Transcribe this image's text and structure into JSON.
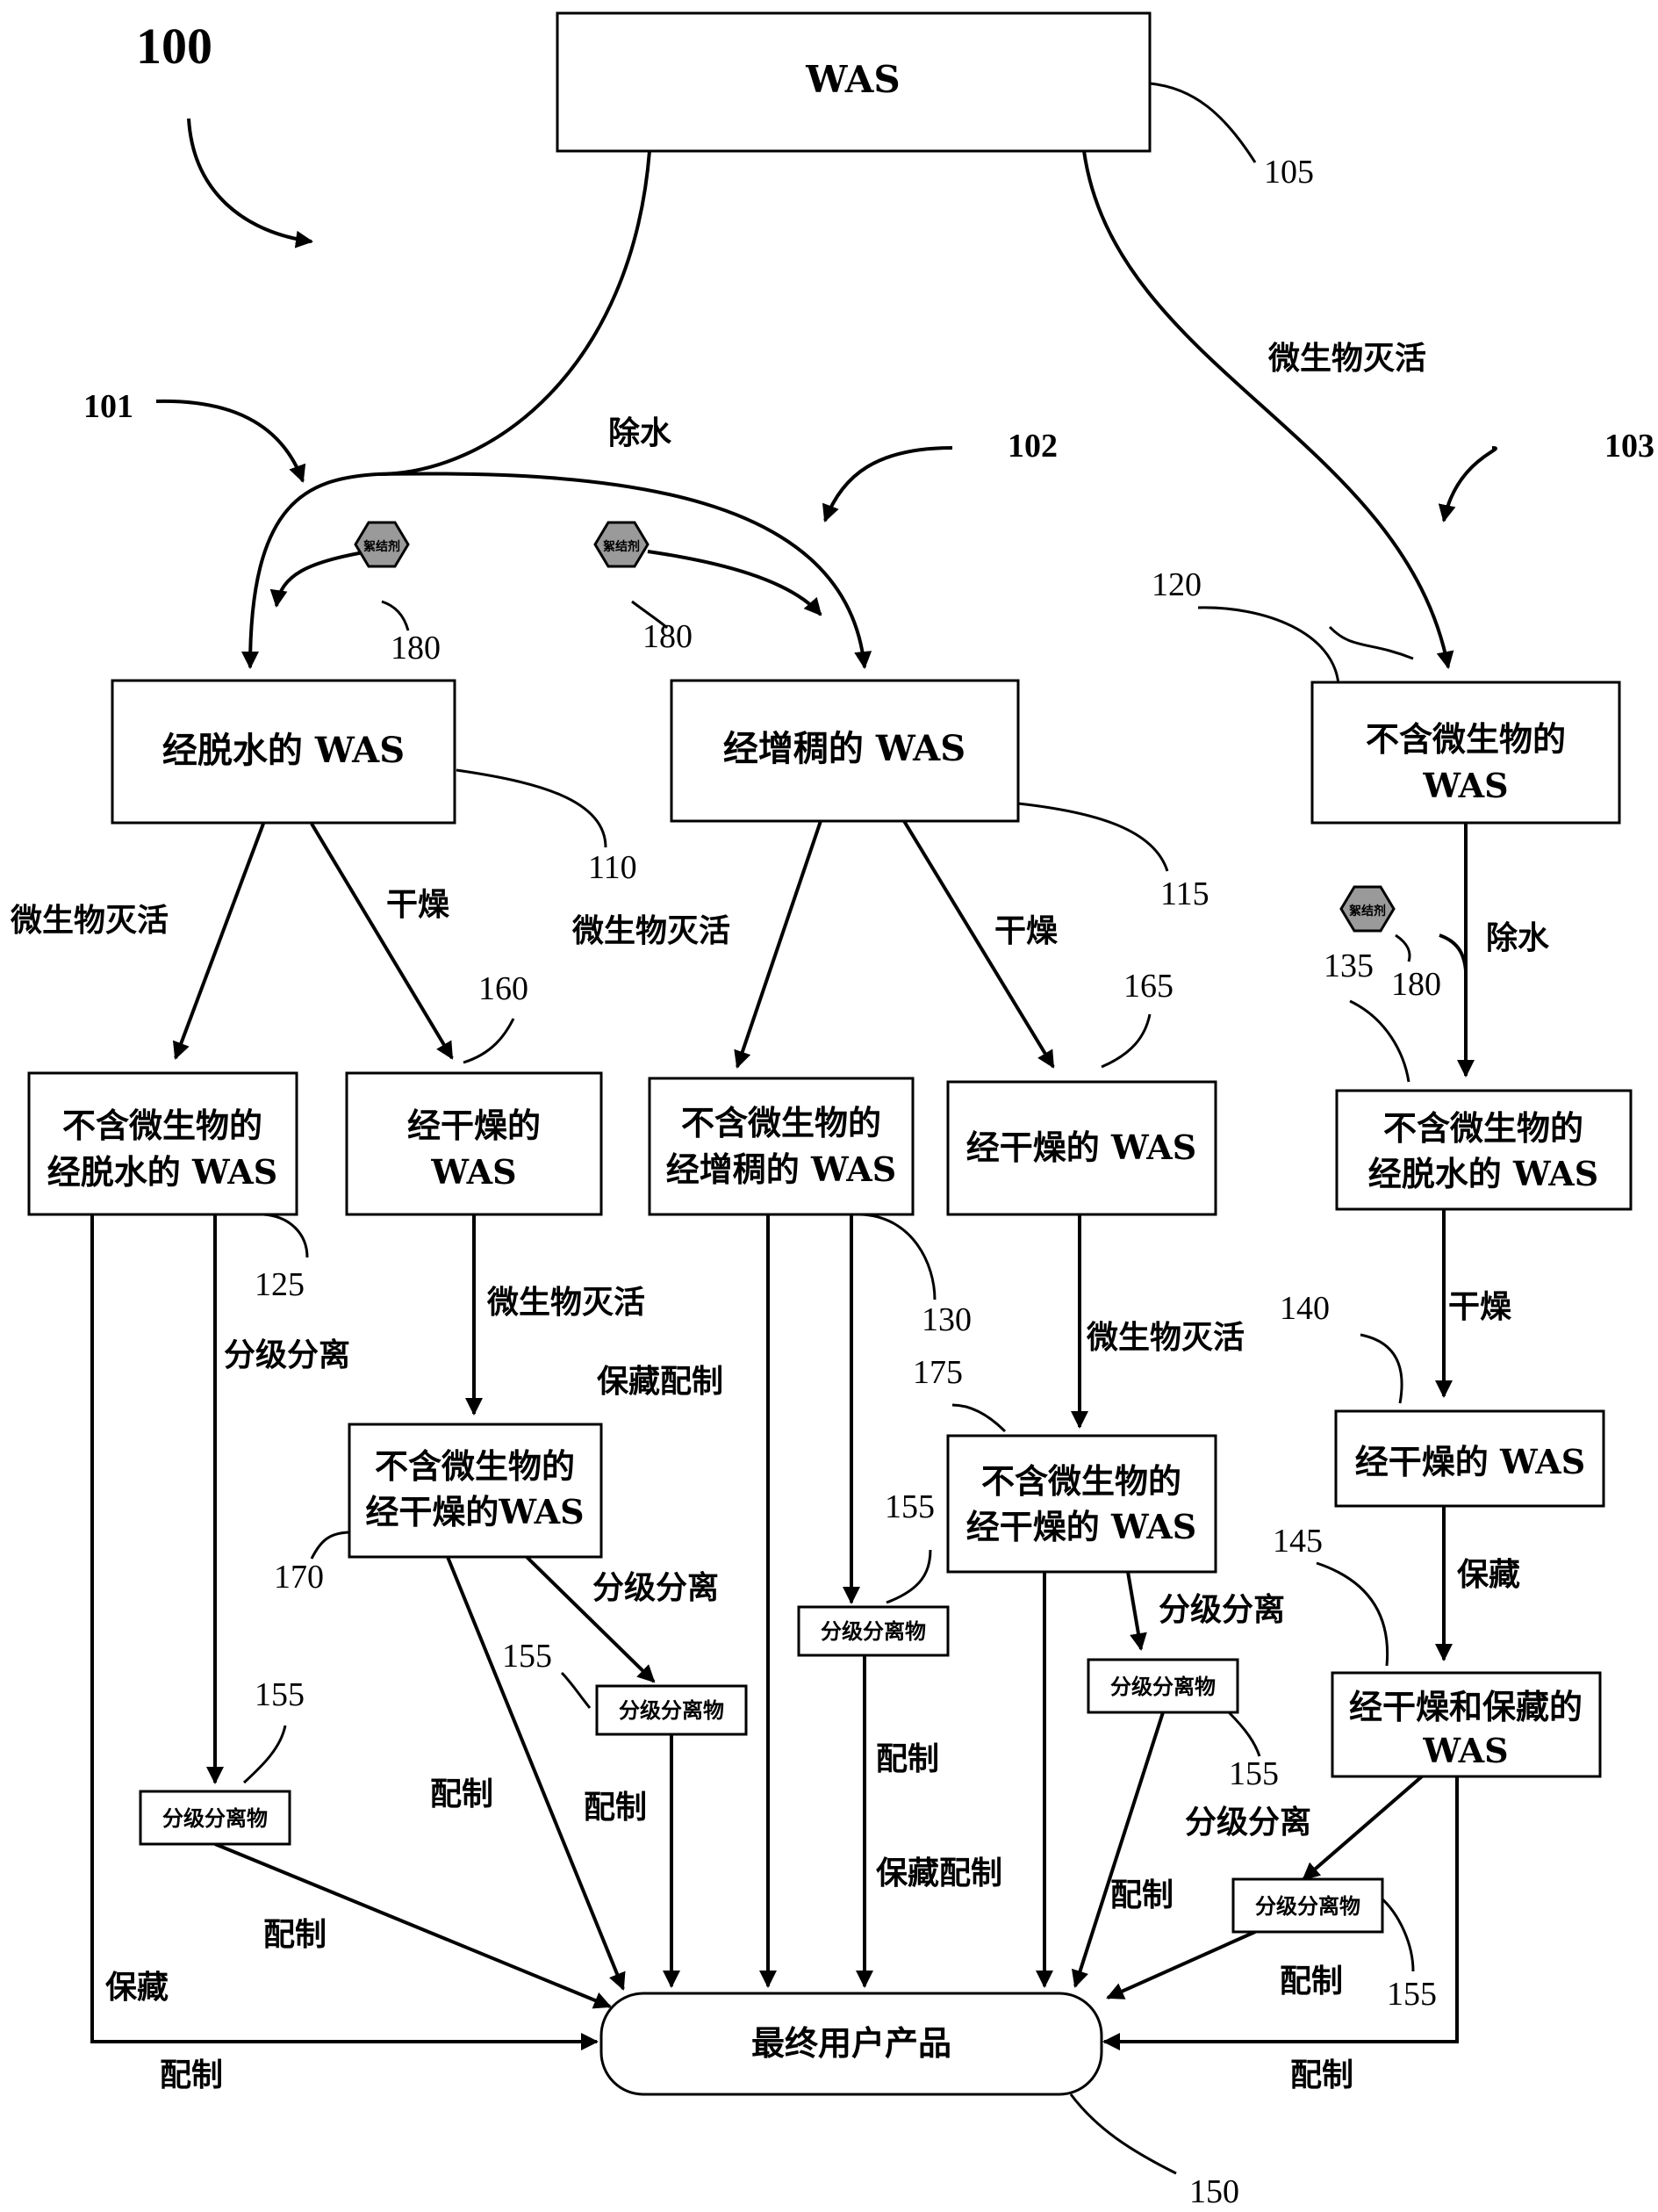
{
  "figure_number": "100",
  "nodes": {
    "was": "WAS",
    "dewatered": "经脱水的 WAS",
    "thickened": "经增稠的 WAS",
    "sterile_was": [
      "不含微生物的",
      "WAS"
    ],
    "sterile_dewatered_left": [
      "不含微生物的",
      "经脱水的 WAS"
    ],
    "dried_160": [
      "经干燥的",
      "WAS"
    ],
    "sterile_thickened": [
      "不含微生物的",
      "经增稠的 WAS"
    ],
    "dried_165": "经干燥的 WAS",
    "sterile_dewatered_right": [
      "不含微生物的",
      "经脱水的 WAS"
    ],
    "sterile_dried_170": [
      "不含微生物的",
      "经干燥的WAS"
    ],
    "sterile_dried_175": [
      "不含微生物的",
      "经干燥的 WAS"
    ],
    "dried_right": "经干燥的 WAS",
    "dried_preserved": [
      "经干燥和保藏的",
      "WAS"
    ],
    "fraction": "分级分离物",
    "end_product": "最终用户产品",
    "agent_icon": "絮结剂"
  },
  "edge_labels": {
    "dewater": "除水",
    "sterilize": "微生物灭活",
    "dry": "干燥",
    "fractionate": "分级分离",
    "formulate": "配制",
    "preserve": "保藏",
    "preserve_formulate": "保藏配制"
  },
  "ref_numbers": {
    "r101": "101",
    "r102": "102",
    "r103": "103",
    "r105": "105",
    "r110": "110",
    "r115": "115",
    "r120": "120",
    "r125": "125",
    "r130": "130",
    "r135": "135",
    "r140": "140",
    "r145": "145",
    "r150": "150",
    "r155": "155",
    "r160": "160",
    "r165": "165",
    "r170": "170",
    "r175": "175",
    "r180": "180"
  }
}
